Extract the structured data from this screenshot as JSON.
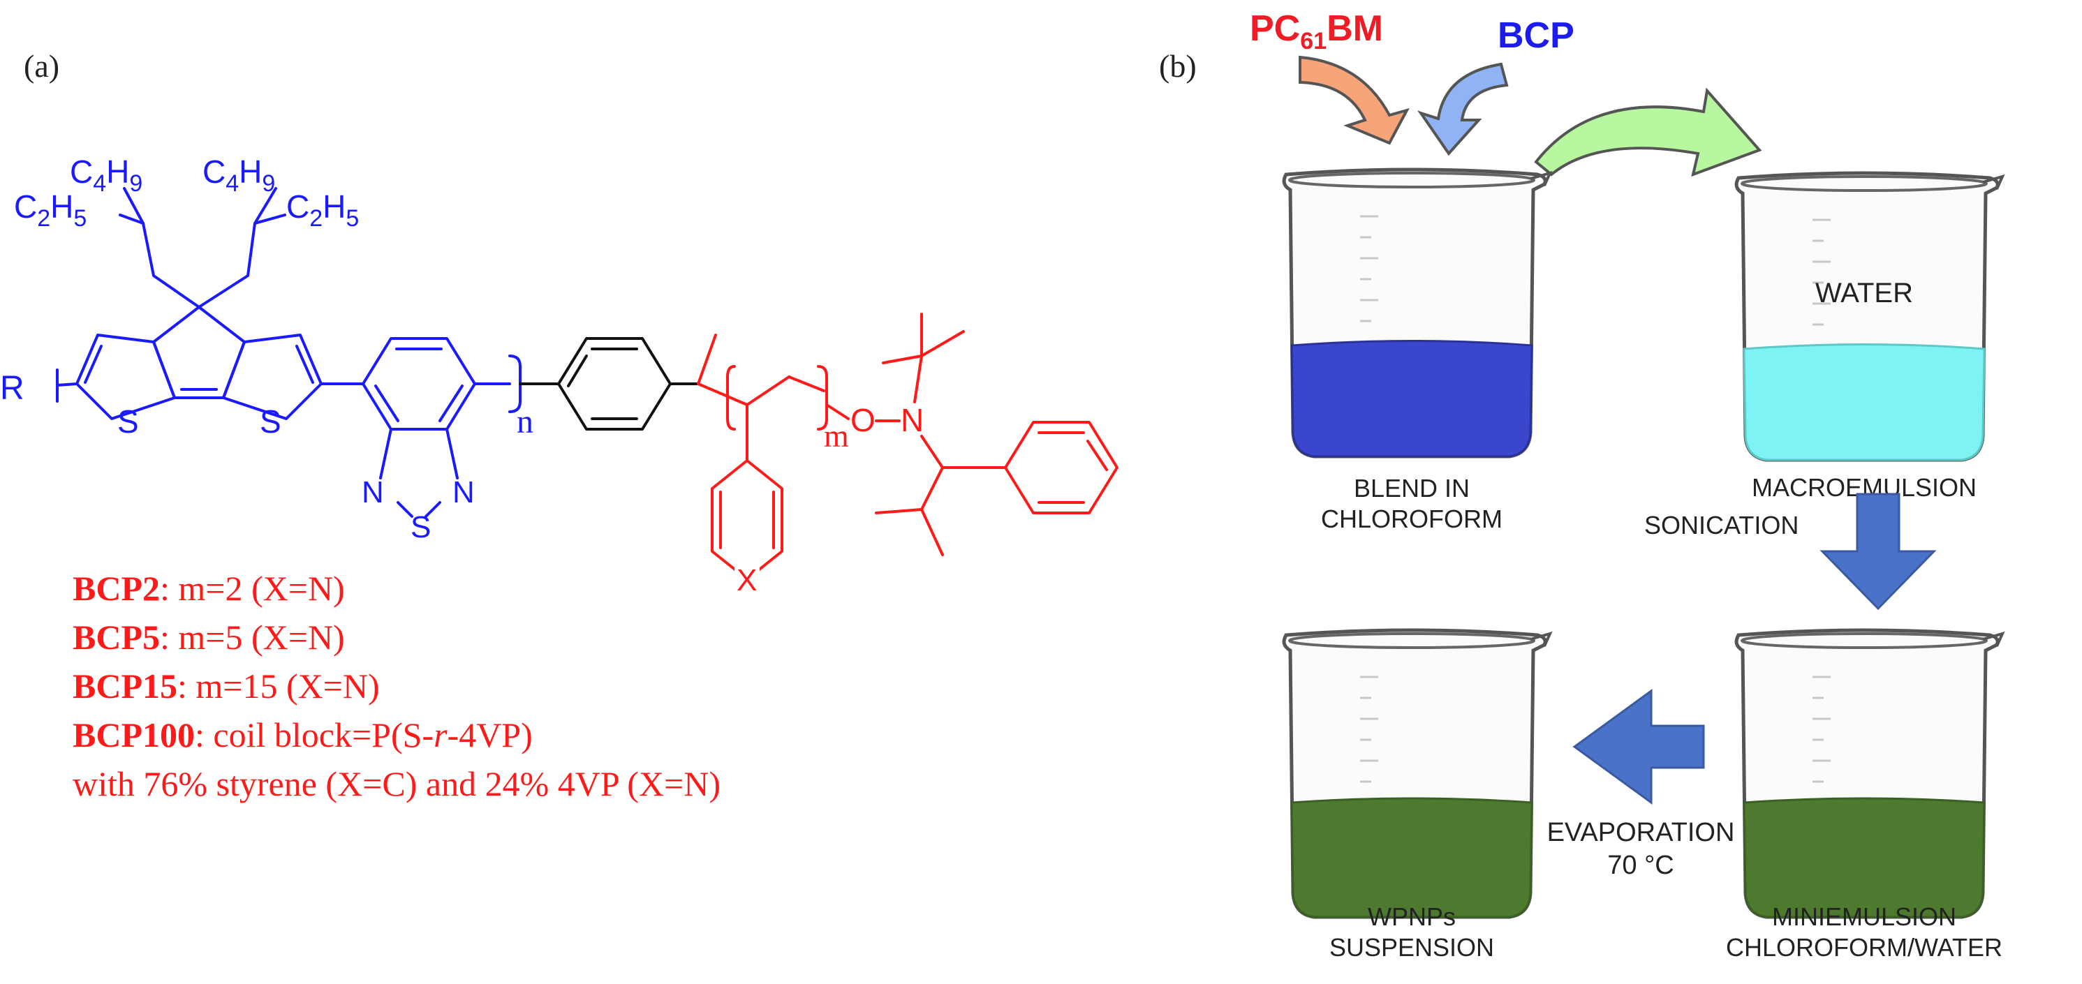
{
  "panel_a": {
    "label": "(a)",
    "atoms": {
      "c4h9_left": "C4H9",
      "c2h5_left": "C2H5",
      "c4h9_right": "C4H9",
      "c2h5_right": "C2H5",
      "r": "R",
      "s1": "S",
      "s2": "S",
      "n_left": "N",
      "n_right": "N",
      "s_thiadiazole": "S",
      "n_repeat": "n",
      "m_repeat": "m",
      "o": "O",
      "n_nitroxide": "N",
      "x": "X"
    },
    "legend": [
      {
        "bold": "BCP2",
        "rest": ": m=2 (X=N)"
      },
      {
        "bold": "BCP5",
        "rest": ": m=5 (X=N)"
      },
      {
        "bold": "BCP15",
        "rest": ": m=15 (X=N)"
      },
      {
        "bold": "BCP100",
        "rest": ": coil block=P(S-r-4VP)"
      }
    ],
    "legend_last_line": "with 76% styrene (X=C) and 24% 4VP (X=N)",
    "colors": {
      "conjugated": "#1a1aff",
      "linker": "#111111",
      "coil": "#ff1a1a"
    }
  },
  "panel_b": {
    "label": "(b)",
    "inputs": {
      "pcbm": {
        "prefix": "PC",
        "subscript": "61",
        "suffix": "BM",
        "color": "#ee1c25"
      },
      "bcp": {
        "text": "BCP",
        "color": "#1c1cee"
      }
    },
    "beakers": [
      {
        "id": "blend",
        "liquid_color": "#3a46cc",
        "inside_text": "",
        "caption": [
          "BLEND IN",
          "CHLOROFORM"
        ]
      },
      {
        "id": "macro",
        "liquid_color": "#7ef3f3",
        "inside_text": "WATER",
        "caption": [
          "MACROEMULSION"
        ]
      },
      {
        "id": "mini",
        "liquid_color": "#4d7a2e",
        "inside_text": "",
        "caption": [
          "MINIEMULSION",
          "CHLOROFORM/WATER"
        ]
      },
      {
        "id": "wpnps",
        "liquid_color": "#4d7a2e",
        "inside_text": "",
        "caption": [
          "WPNPs",
          "SUSPENSION"
        ]
      }
    ],
    "steps": {
      "sonication": "SONICATION",
      "evaporation": [
        "EVAPORATION",
        "70 °C"
      ]
    },
    "arrow_colors": {
      "pcbm": "#f6a478",
      "bcp": "#8fb3f5",
      "transfer": "#b6f7a0",
      "process": "#4a72c8"
    }
  }
}
